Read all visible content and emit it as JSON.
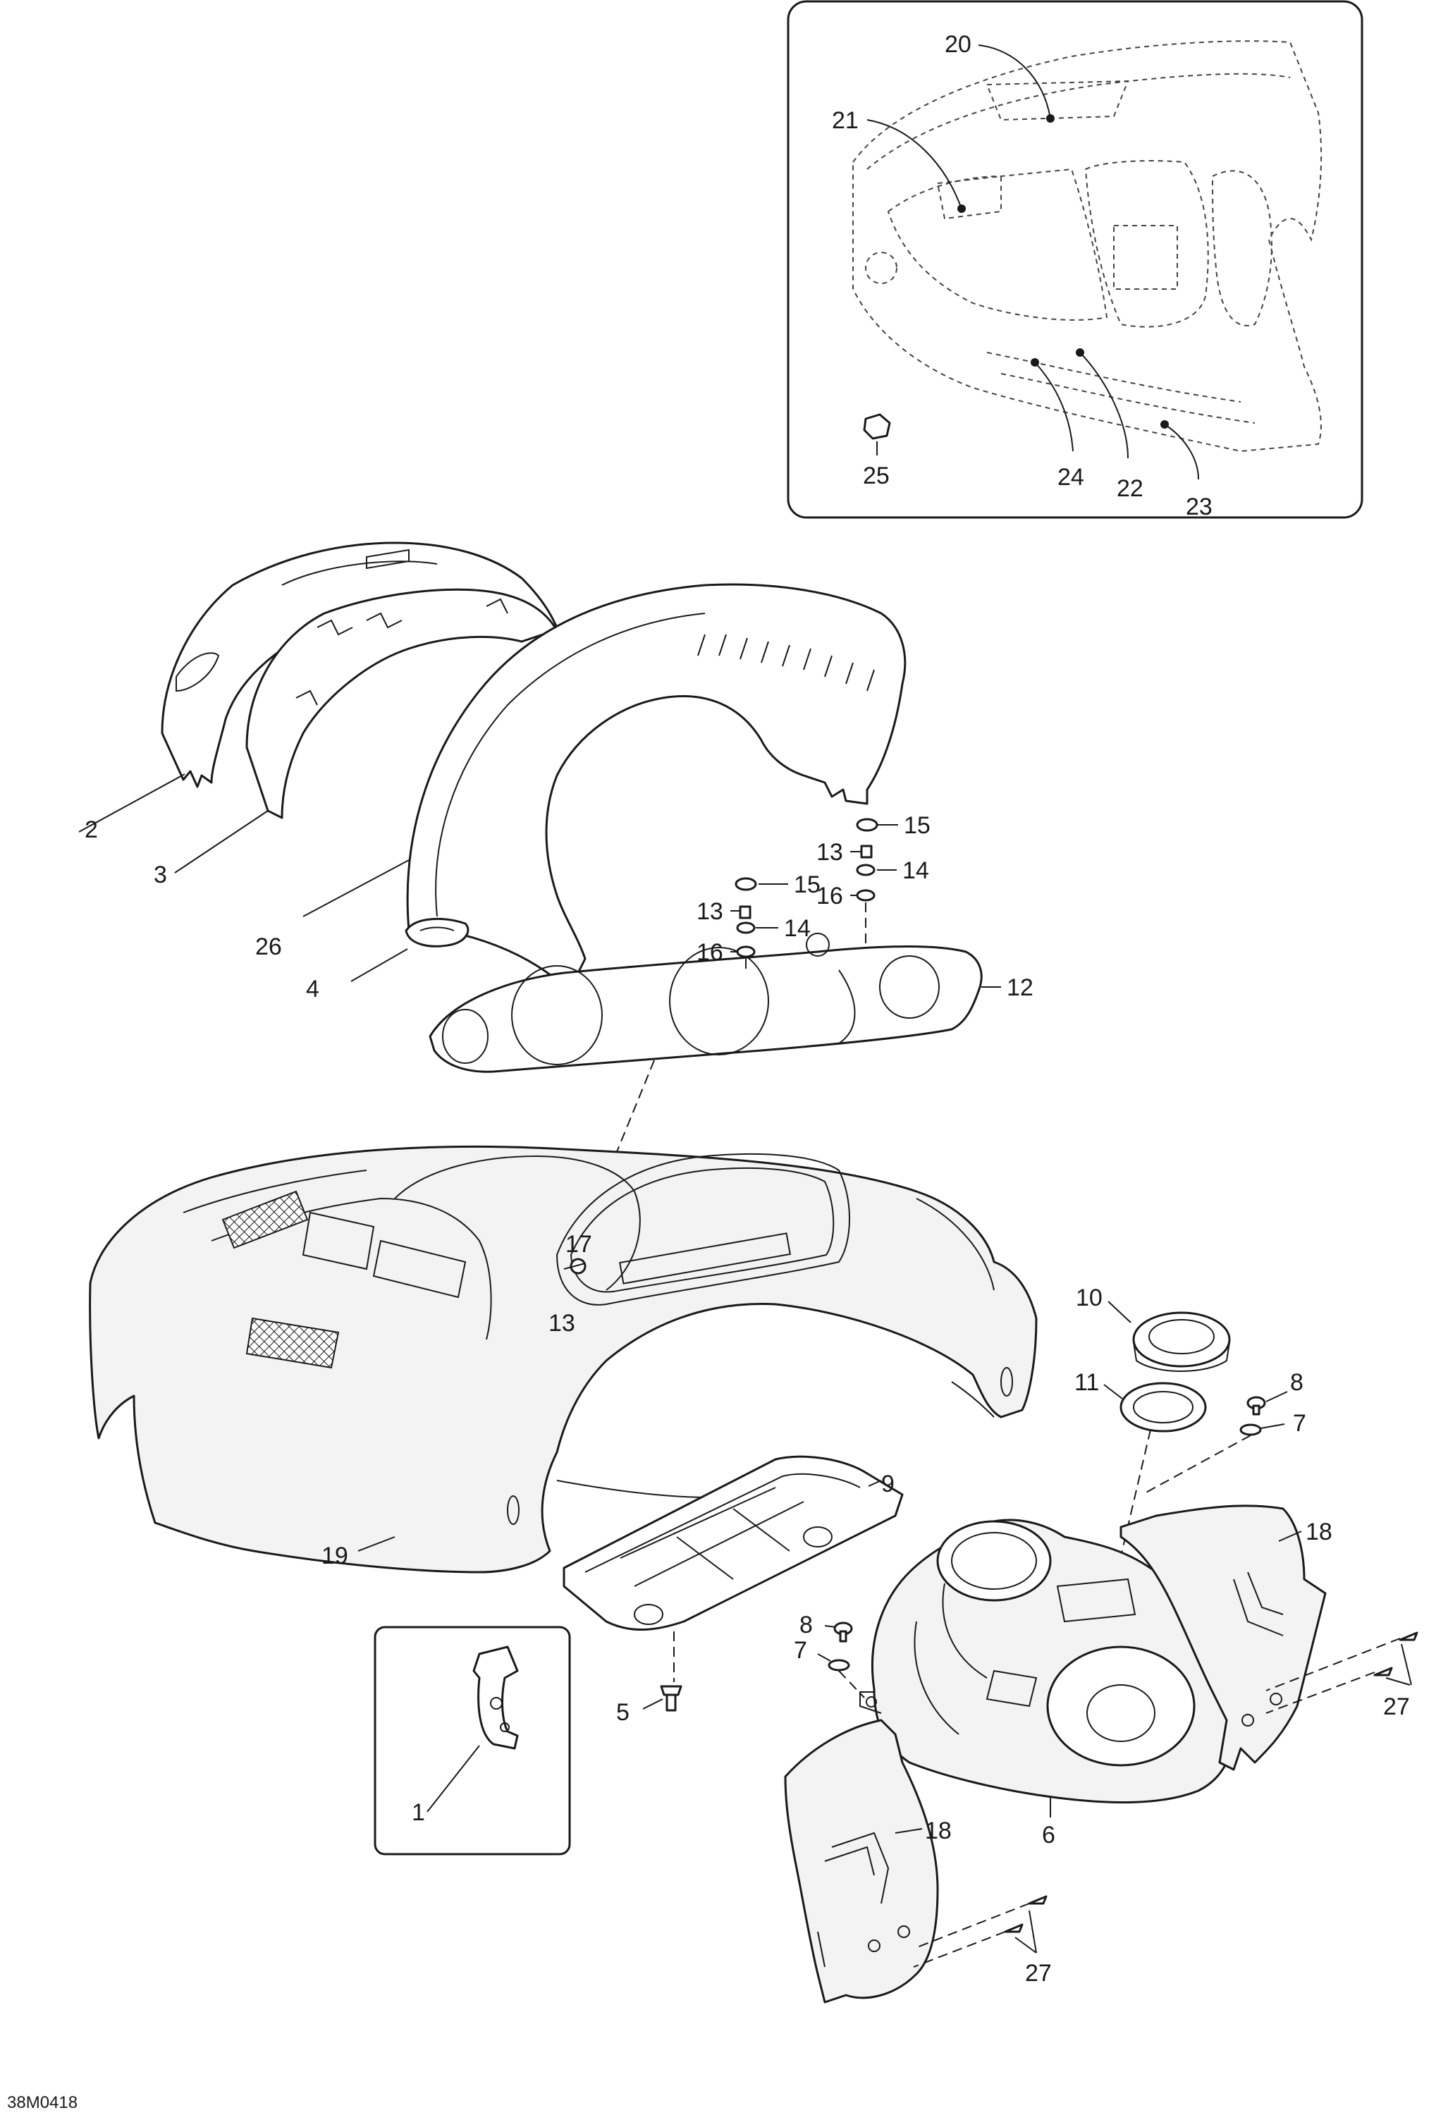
{
  "drawing_code": "38M0418",
  "callouts": {
    "c1": "1",
    "c2": "2",
    "c3": "3",
    "c4": "4",
    "c5": "5",
    "c6": "6",
    "c7a": "7",
    "c7b": "7",
    "c8a": "8",
    "c8b": "8",
    "c9": "9",
    "c10": "10",
    "c11": "11",
    "c12": "12",
    "c13a": "13",
    "c13b": "13",
    "c13c": "13",
    "c14a": "14",
    "c14b": "14",
    "c15a": "15",
    "c15b": "15",
    "c16a": "16",
    "c16b": "16",
    "c17": "17",
    "c18a": "18",
    "c18b": "18",
    "c19": "19",
    "c20": "20",
    "c21": "21",
    "c22": "22",
    "c23": "23",
    "c24": "24",
    "c25": "25",
    "c26": "26",
    "c27a": "27",
    "c27b": "27"
  }
}
